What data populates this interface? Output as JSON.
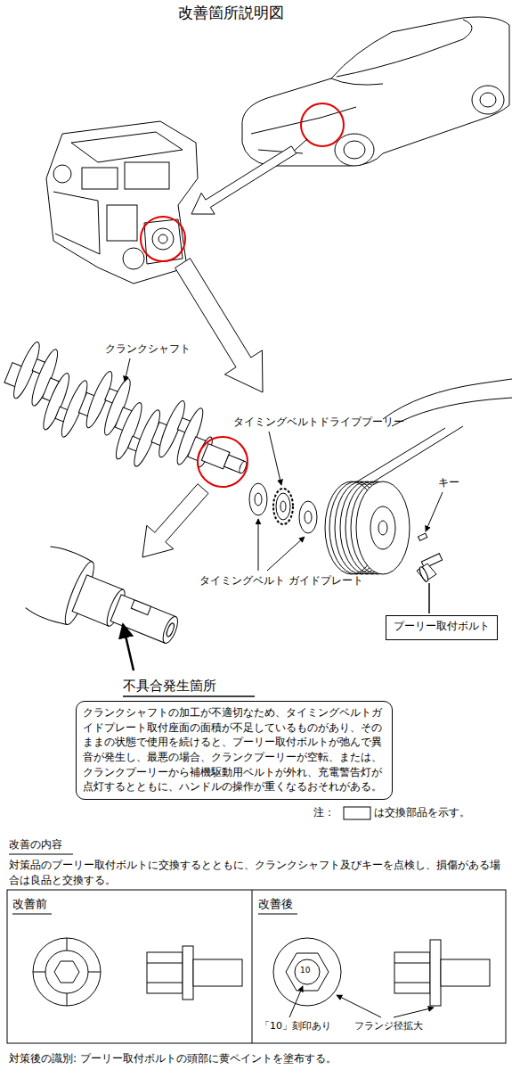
{
  "diagram": {
    "title": "改善箇所説明図",
    "nodes": [
      {
        "text": [
          "クランクシャフトの加工が不適切なため、タイミングベルトガイドプレート取付座面の面積が不足しているものがあり、そのままの状態で使用を続けると、プーリー取付ボルトが弛んで異音が発生し、最悪の場合、クランクプーリーが空転、または、クランクプーリーから補機駆動用ベルトが外れ、充電警告灯が点灯するとともに、ハンドルの操作が重くなるおそれがある。"
        ]
      },
      {
        "text": [
          "プーリー取付ボルト"
        ]
      }
    ],
    "labels": [
      "クランクシャフト",
      "タイミングベルトドライブプーリー",
      "キー",
      "タイミングベルト ガイドプレート",
      "不具合発生箇所",
      "注：",
      "は交換部品を示す。",
      "改善の内容",
      "対策品のプーリー取付ボルトに交換するとともに、クランクシャフト及びキーを点検し、損傷がある場合は良品と交換する。",
      "改善前",
      "改善後",
      "10",
      "「10」刻印あり",
      "フランジ径拡大",
      "対策後の識別: プーリー取付ボルトの頭部に黄ペイントを塗布する。"
    ]
  }
}
